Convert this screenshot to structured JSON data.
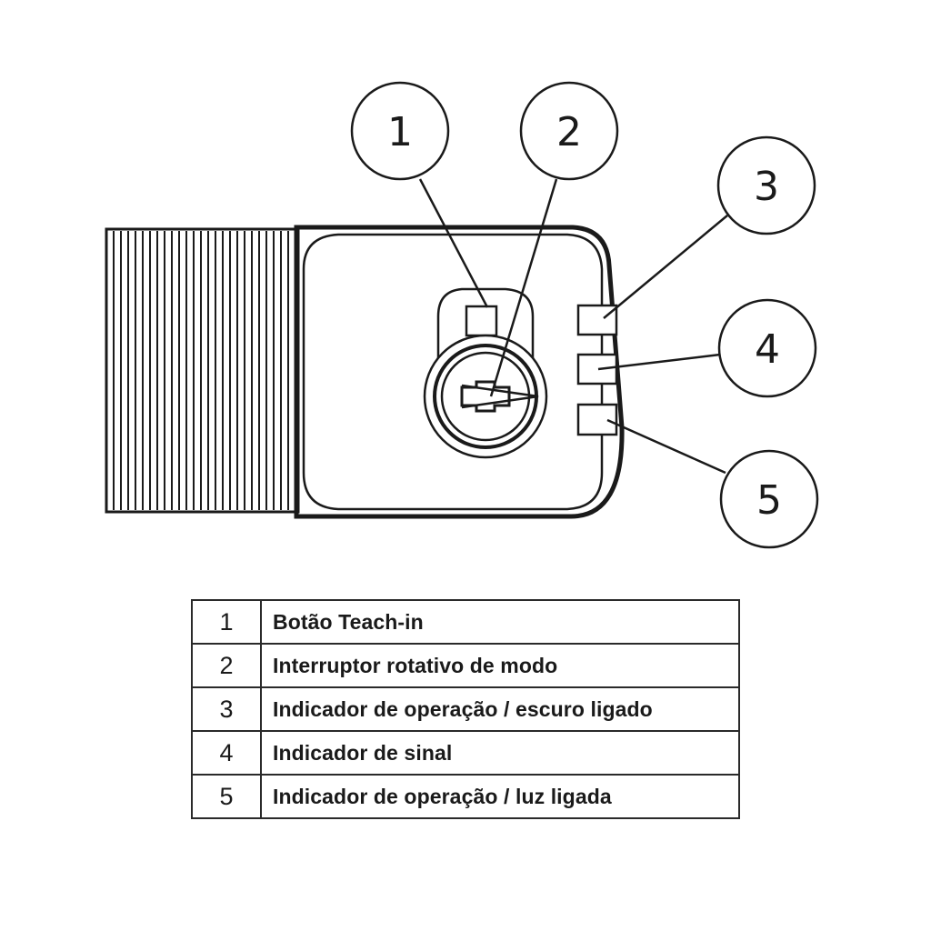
{
  "callouts": [
    {
      "number": "1",
      "target": "teach-in-button"
    },
    {
      "number": "2",
      "target": "rotary-mode-switch"
    },
    {
      "number": "3",
      "target": "led-operation-dark-on"
    },
    {
      "number": "4",
      "target": "led-signal"
    },
    {
      "number": "5",
      "target": "led-operation-light-on"
    }
  ],
  "legend": [
    {
      "number": "1",
      "description": "Botão Teach-in"
    },
    {
      "number": "2",
      "description": "Interruptor rotativo de modo"
    },
    {
      "number": "3",
      "description": "Indicador de operação / escuro ligado"
    },
    {
      "number": "4",
      "description": "Indicador de sinal"
    },
    {
      "number": "5",
      "description": "Indicador de operação / luz ligada"
    }
  ],
  "colors": {
    "line": "#1a1a1a",
    "background": "#ffffff"
  }
}
